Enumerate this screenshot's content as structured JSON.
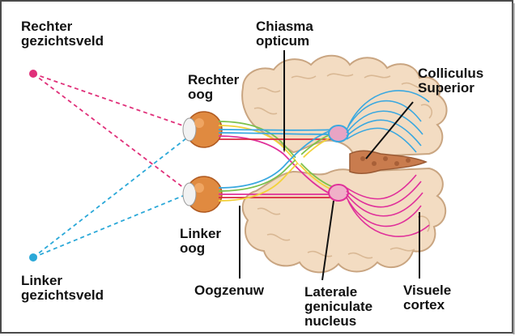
{
  "labels": {
    "right_field": [
      "Rechter",
      "gezichtsveld"
    ],
    "left_field": [
      "Linker",
      "gezichtsveld"
    ],
    "right_eye": [
      "Rechter",
      "oog"
    ],
    "left_eye": [
      "Linker",
      "oog"
    ],
    "chiasm": [
      "Chiasma",
      "opticum"
    ],
    "colliculus": [
      "Colliculus",
      "Superior"
    ],
    "optic_nerve": "Oogzenuw",
    "lgn": [
      "Laterale",
      "geniculate",
      "nucleus"
    ],
    "visual_cortex": [
      "Visuele",
      "cortex"
    ]
  },
  "colors": {
    "right_field_ray": "#e0307a",
    "left_field_ray": "#2aa8d8",
    "pathway_blue": "#3aa8e0",
    "pathway_pink": "#e0309a",
    "pathway_red": "#d8283c",
    "pathway_green": "#7cc04a",
    "pathway_yellow": "#f2d23a",
    "brain_tissue": "#f3dcc2",
    "brain_outline": "#c9a581",
    "eye": "#d8803a",
    "frame": "#4a4a4a"
  }
}
